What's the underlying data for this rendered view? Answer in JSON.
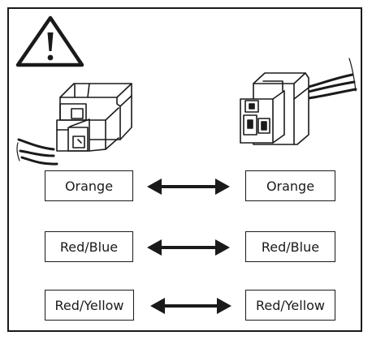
{
  "warning_icon": "warning-triangle-icon",
  "connectors": {
    "left": "connector-plug-icon",
    "right": "connector-socket-icon"
  },
  "pairs": [
    {
      "left": "Orange",
      "right": "Orange"
    },
    {
      "left": "Red/Blue",
      "right": "Red/Blue"
    },
    {
      "left": "Red/Yellow",
      "right": "Red/Yellow"
    }
  ],
  "colors": {
    "ink": "#1a1a1a",
    "background": "#ffffff"
  }
}
